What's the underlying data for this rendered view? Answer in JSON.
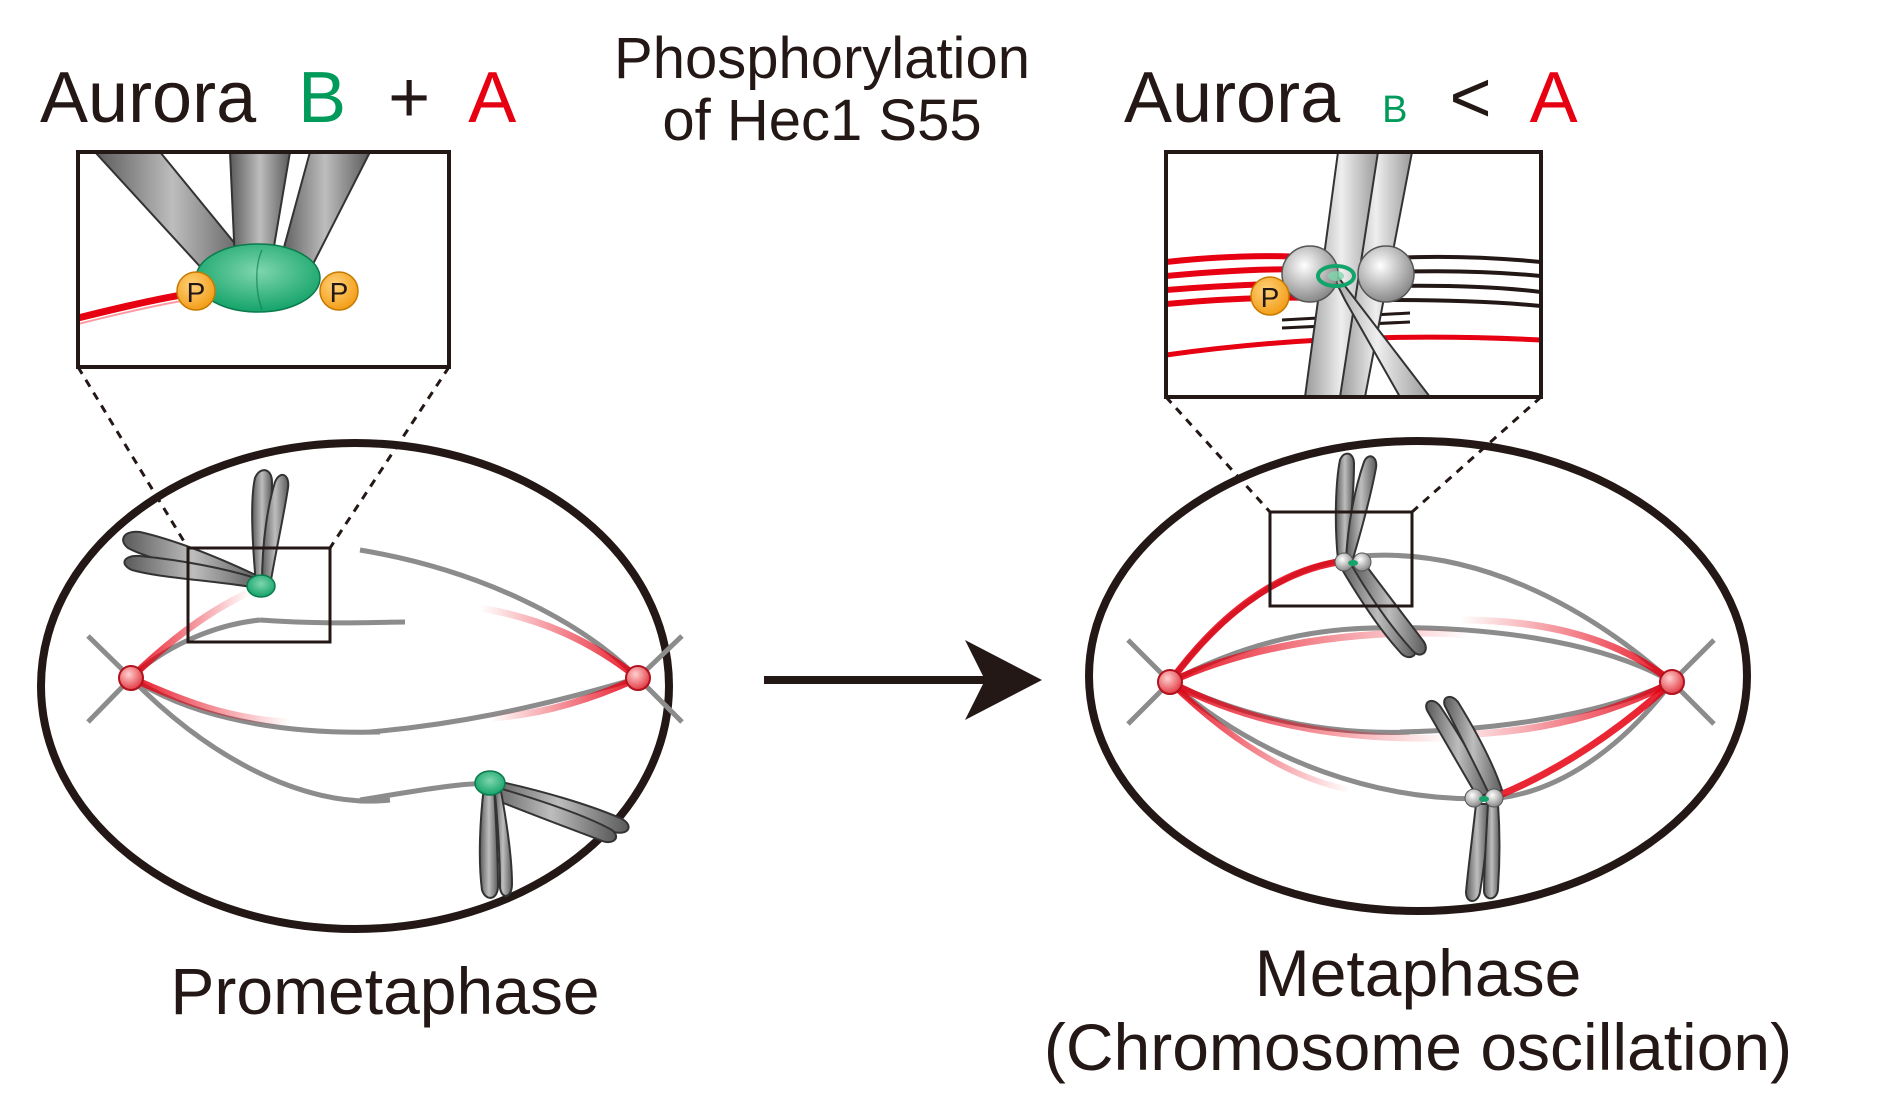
{
  "header": {
    "center_line1": "Phosphorylation",
    "center_line2": "of Hec1 S55"
  },
  "left_panel": {
    "aurora_word": "Aurora",
    "kinase_b": "B",
    "operator": "+",
    "kinase_a": "A",
    "phospho_label_1": "P",
    "phospho_label_2": "P",
    "stage_label": "Prometaphase"
  },
  "right_panel": {
    "aurora_word": "Aurora",
    "kinase_b": "B",
    "operator": "<",
    "kinase_a": "A",
    "phospho_label": "P",
    "stage_label": "Metaphase",
    "stage_sublabel": "(Chromosome oscillation)"
  },
  "colors": {
    "aurora_b": "#009a5a",
    "aurora_a": "#e60012",
    "text": "#231815",
    "phospho": "#f5a623",
    "microtubule_gray": "#8c8c8c",
    "microtubule_red": "#e60012"
  },
  "icons": {
    "transition_arrow": "right-arrow-icon"
  }
}
